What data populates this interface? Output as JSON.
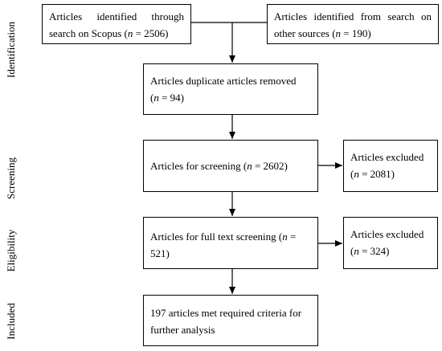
{
  "stages": {
    "identification": "Identification",
    "screening": "Screening",
    "eligibility": "Eligibility",
    "included": "Included"
  },
  "boxes": {
    "scopus": {
      "line1": "Articles identified through",
      "line2_pre": "search on Scopus (",
      "n_symbol": "n",
      "line2_post": " = 2506)"
    },
    "other": {
      "line1": "Articles identified from search on",
      "line2_pre": "other sources (",
      "n_symbol": "n",
      "line2_post": " = 190)"
    },
    "duplicates": {
      "line1": "Articles duplicate articles removed",
      "line2_pre": "(",
      "n_symbol": "n",
      "line2_post": " = 94)"
    },
    "screening": {
      "pre": "Articles for screening (",
      "n_symbol": "n",
      "post": " = 2602)"
    },
    "excluded_screening": {
      "line1": "Articles excluded",
      "line2_pre": "(",
      "n_symbol": "n",
      "line2_post": " = 2081)"
    },
    "fulltext": {
      "line1_pre": "Articles for full text screening (",
      "n_symbol": "n",
      "line1_post": " =",
      "line2": "521)"
    },
    "excluded_fulltext": {
      "line1": "Articles excluded",
      "line2_pre": "(",
      "n_symbol": "n",
      "line2_post": " = 324)"
    },
    "included": {
      "line1": "197 articles met required criteria for",
      "line2": "further analysis"
    }
  },
  "line_color": "#000000"
}
